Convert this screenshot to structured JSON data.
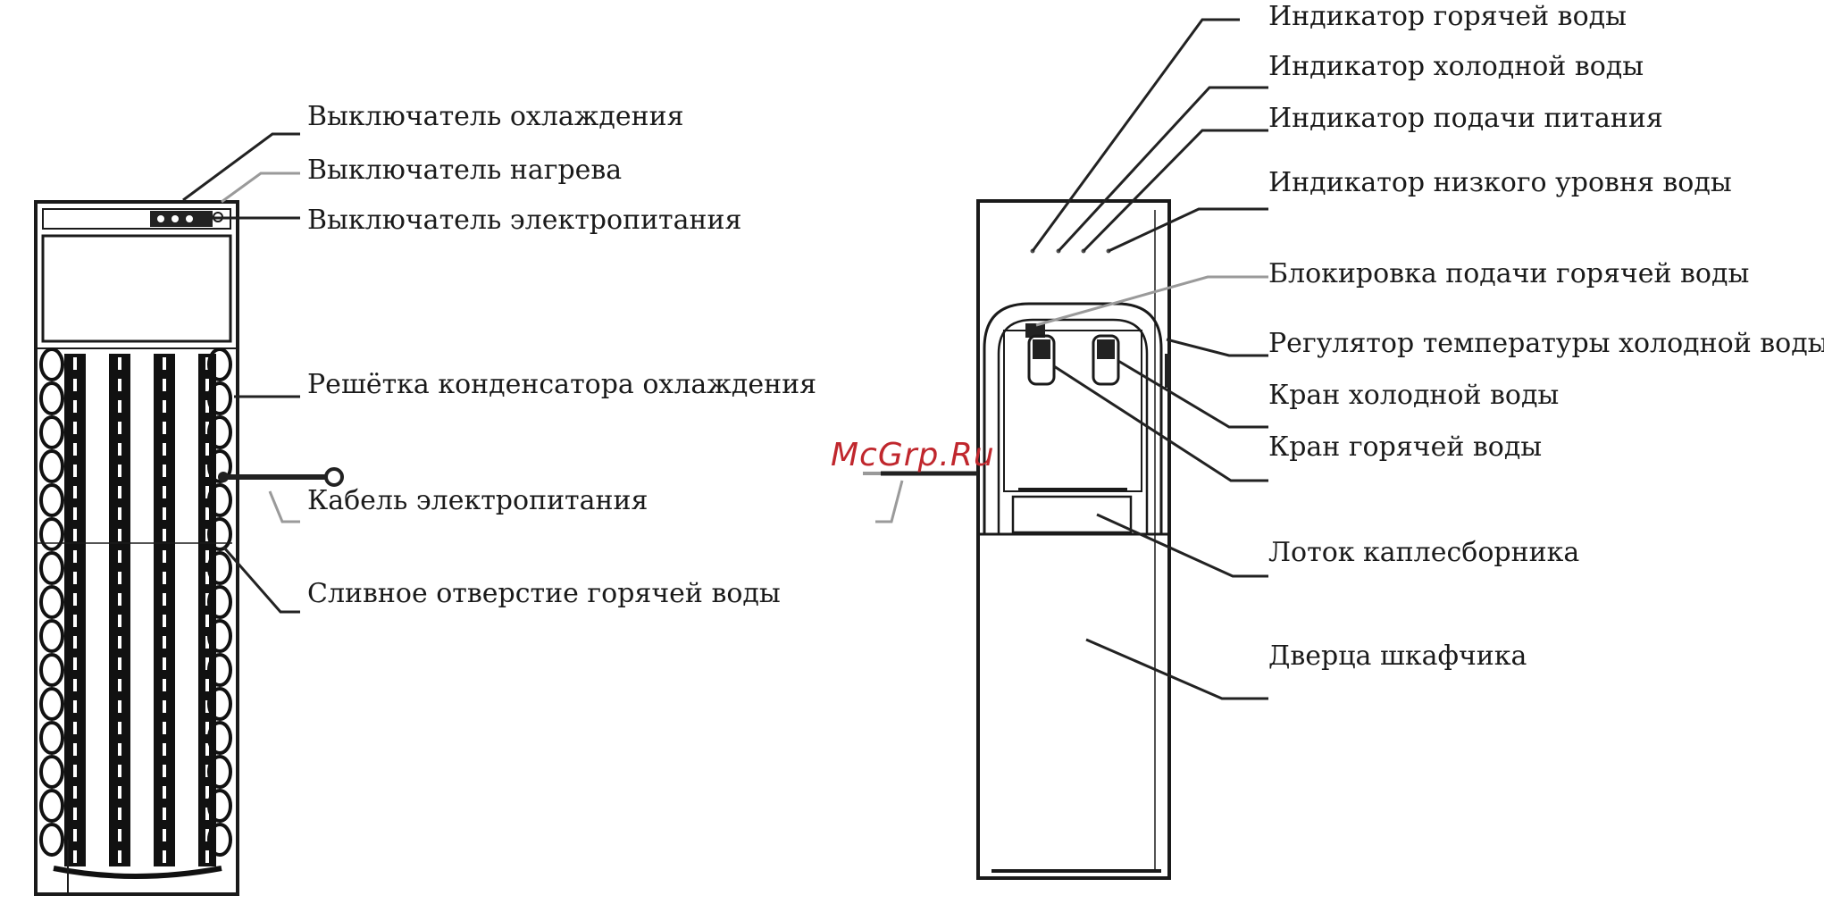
{
  "colors": {
    "ink": "#1a1a1a",
    "coil": "#111111",
    "watermark": "#c0272d"
  },
  "watermark": "McGrp.Ru",
  "back_view": {
    "labels": {
      "cooling_switch": "Выключатель охлаждения",
      "heating_switch": "Выключатель нагрева",
      "power_switch": "Выключатель электропитания",
      "condenser_grille": "Решётка конденсатора охлаждения",
      "power_cable": "Кабель электропитания",
      "hot_drain": "Сливное отверстие горячей воды"
    }
  },
  "front_view": {
    "labels": {
      "hot_indicator": "Индикатор горячей воды",
      "cold_indicator": "Индикатор холодной воды",
      "power_indicator": "Индикатор подачи питания",
      "low_water_indicator": "Индикатор низкого уровня воды",
      "hot_lock": "Блокировка подачи горячей воды",
      "cold_temp_regulator": "Регулятор температуры холодной воды",
      "cold_tap": "Кран холодной воды",
      "hot_tap": "Кран горячей воды",
      "drip_tray": "Лоток каплесборника",
      "cabinet_door": "Дверца шкафчика"
    }
  }
}
